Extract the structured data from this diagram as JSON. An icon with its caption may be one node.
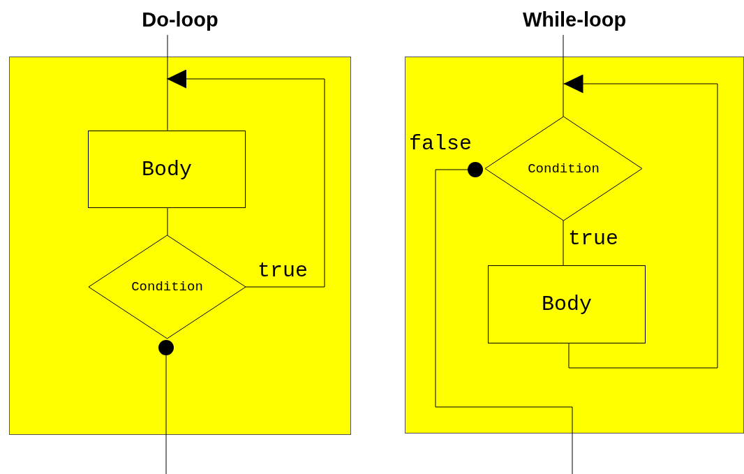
{
  "diagram": {
    "nodes": [
      {
        "text": [
          "Do-loop"
        ]
      },
      {
        "text": [
          "Body"
        ],
        "in": 0
      },
      {
        "text": [
          "Condition"
        ],
        "in": 0
      },
      {
        "text": [],
        "shape": "circle",
        "in": 0
      },
      {
        "text": [
          "While-loop"
        ]
      },
      {
        "text": [
          "Condition"
        ],
        "in": 4
      },
      {
        "text": [
          "Body"
        ],
        "in": 4
      },
      {
        "text": [],
        "shape": "circle",
        "in": 4
      }
    ],
    "edges": [
      {
        "from": null,
        "to": 1,
        "arrow": "none"
      },
      {
        "from": 1,
        "to": 2,
        "arrow": "none"
      },
      {
        "from": 2,
        "to": 1,
        "arrow": "to",
        "label": "true"
      },
      {
        "from": 3,
        "to": null,
        "arrow": "none"
      },
      {
        "from": null,
        "to": 5,
        "arrow": "none"
      },
      {
        "from": 5,
        "to": 6,
        "arrow": "none",
        "label": "true"
      },
      {
        "from": 6,
        "to": 5,
        "arrow": "to"
      },
      {
        "from": 7,
        "to": null,
        "arrow": "none",
        "label": "false"
      }
    ]
  }
}
